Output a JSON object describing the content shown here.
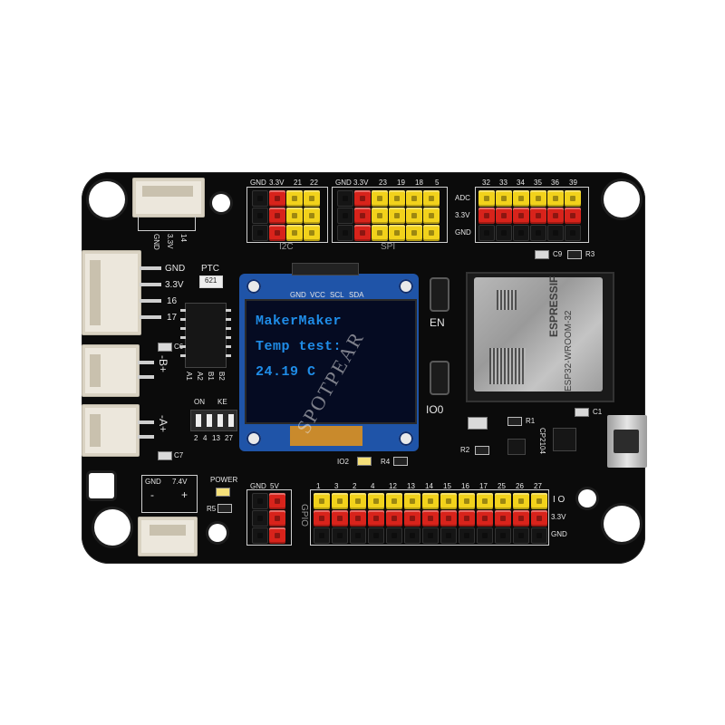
{
  "board": {
    "i2c_header_labels": [
      "GND",
      "3.3V",
      "21",
      "22"
    ],
    "i2c_label": "I2C",
    "spi_header_labels": [
      "GND",
      "3.3V",
      "23",
      "19",
      "18",
      "5"
    ],
    "spi_label": "SPI",
    "adc_header_labels": [
      "32",
      "33",
      "34",
      "35",
      "36",
      "39"
    ],
    "adc_row_labels": [
      "ADC",
      "3.3V",
      "GND"
    ],
    "top_jst_labels": [
      "GND",
      "3.3V",
      "14"
    ],
    "left_jst_labels": [
      "GND",
      "3.3V",
      "16",
      "17"
    ],
    "ptc_label": "PTC",
    "f1_label": "621",
    "motor_labels": [
      "A1",
      "A2",
      "B1",
      "B2"
    ],
    "switch_labels": [
      "ON",
      "KE"
    ],
    "switch_numbers": [
      "2",
      "4",
      "13",
      "27"
    ],
    "b_port_label": "-B+",
    "a_port_label": "-A+",
    "cap_labels": [
      "C6",
      "C7",
      "C9",
      "C1"
    ],
    "en_label": "EN",
    "io0_label": "IO0",
    "io2_label": "IO2",
    "r_labels": [
      "R4",
      "R3",
      "R1",
      "R2",
      "R5"
    ],
    "cp_label": "CP2104",
    "power_label": "POWER",
    "power_jst_labels": [
      "GND",
      "7.4V"
    ],
    "power_jst_signs": [
      "-",
      "+"
    ],
    "gpio_left_labels": [
      "GND",
      "5V"
    ],
    "gpio_label": "GPIO",
    "gpio_numbers": [
      "1",
      "3",
      "2",
      "4",
      "12",
      "13",
      "14",
      "15",
      "16",
      "17",
      "25",
      "26",
      "27"
    ],
    "gpio_right_labels": [
      "I O",
      "3.3V",
      "GND"
    ]
  },
  "oled": {
    "header_labels": [
      "GND",
      "VCC",
      "SCL",
      "SDA"
    ],
    "lines": [
      "MakerMaker",
      "Temp test:",
      "24.19 C"
    ],
    "text_color": "#1f8de8"
  },
  "module": {
    "brand": "ESPRESSIF",
    "model": "ESP32-WROOM-32"
  },
  "watermark": "SPOTPEAR",
  "colors": {
    "pcb": "#0b0b0b",
    "pin_signal": "#f2d21b",
    "pin_power": "#d8231b",
    "pin_ground": "#151515",
    "oled_pcb": "#1f54a8",
    "connector": "#ece7dc"
  }
}
